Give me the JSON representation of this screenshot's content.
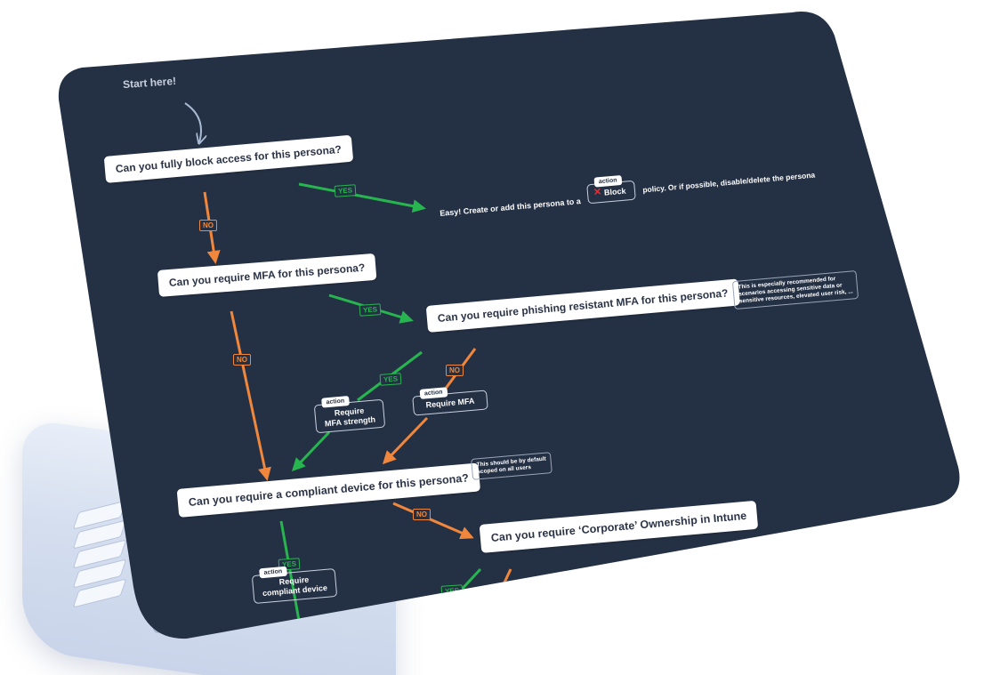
{
  "start_label": "Start here!",
  "questions": {
    "block": "Can you fully block access for this persona?",
    "mfa": "Can you require MFA for this persona?",
    "phishing": "Can you require phishing resistant MFA for this persona?",
    "compliant": "Can you require a compliant device for this persona?",
    "corporate": "Can you require ‘Corporate’ Ownership in Intune"
  },
  "edges": {
    "yes": "YES",
    "no": "NO"
  },
  "block_outcome": {
    "prefix": "Easy! Create or add this persona to a",
    "suffix": "policy. Or if possible, disable/delete the persona"
  },
  "actions": {
    "tag": "action",
    "block": "Block",
    "mfa_strength_line1": "Require",
    "mfa_strength_line2": "MFA strength",
    "require_mfa": "Require MFA",
    "compliant_line1": "Require",
    "compliant_line2": "compliant device"
  },
  "notes": {
    "phishing_line1": "This is especially recommended for",
    "phishing_line2": "scenarios accessing sensitive data or",
    "phishing_line3": "sensitive resources, elevated user risk, ...",
    "compliant_line1": "This should be by default",
    "compliant_line2": "scoped on all users"
  },
  "colors": {
    "screen": "#243044",
    "yes": "#27b54f",
    "no": "#f0873c",
    "block_x": "#e0323a"
  }
}
